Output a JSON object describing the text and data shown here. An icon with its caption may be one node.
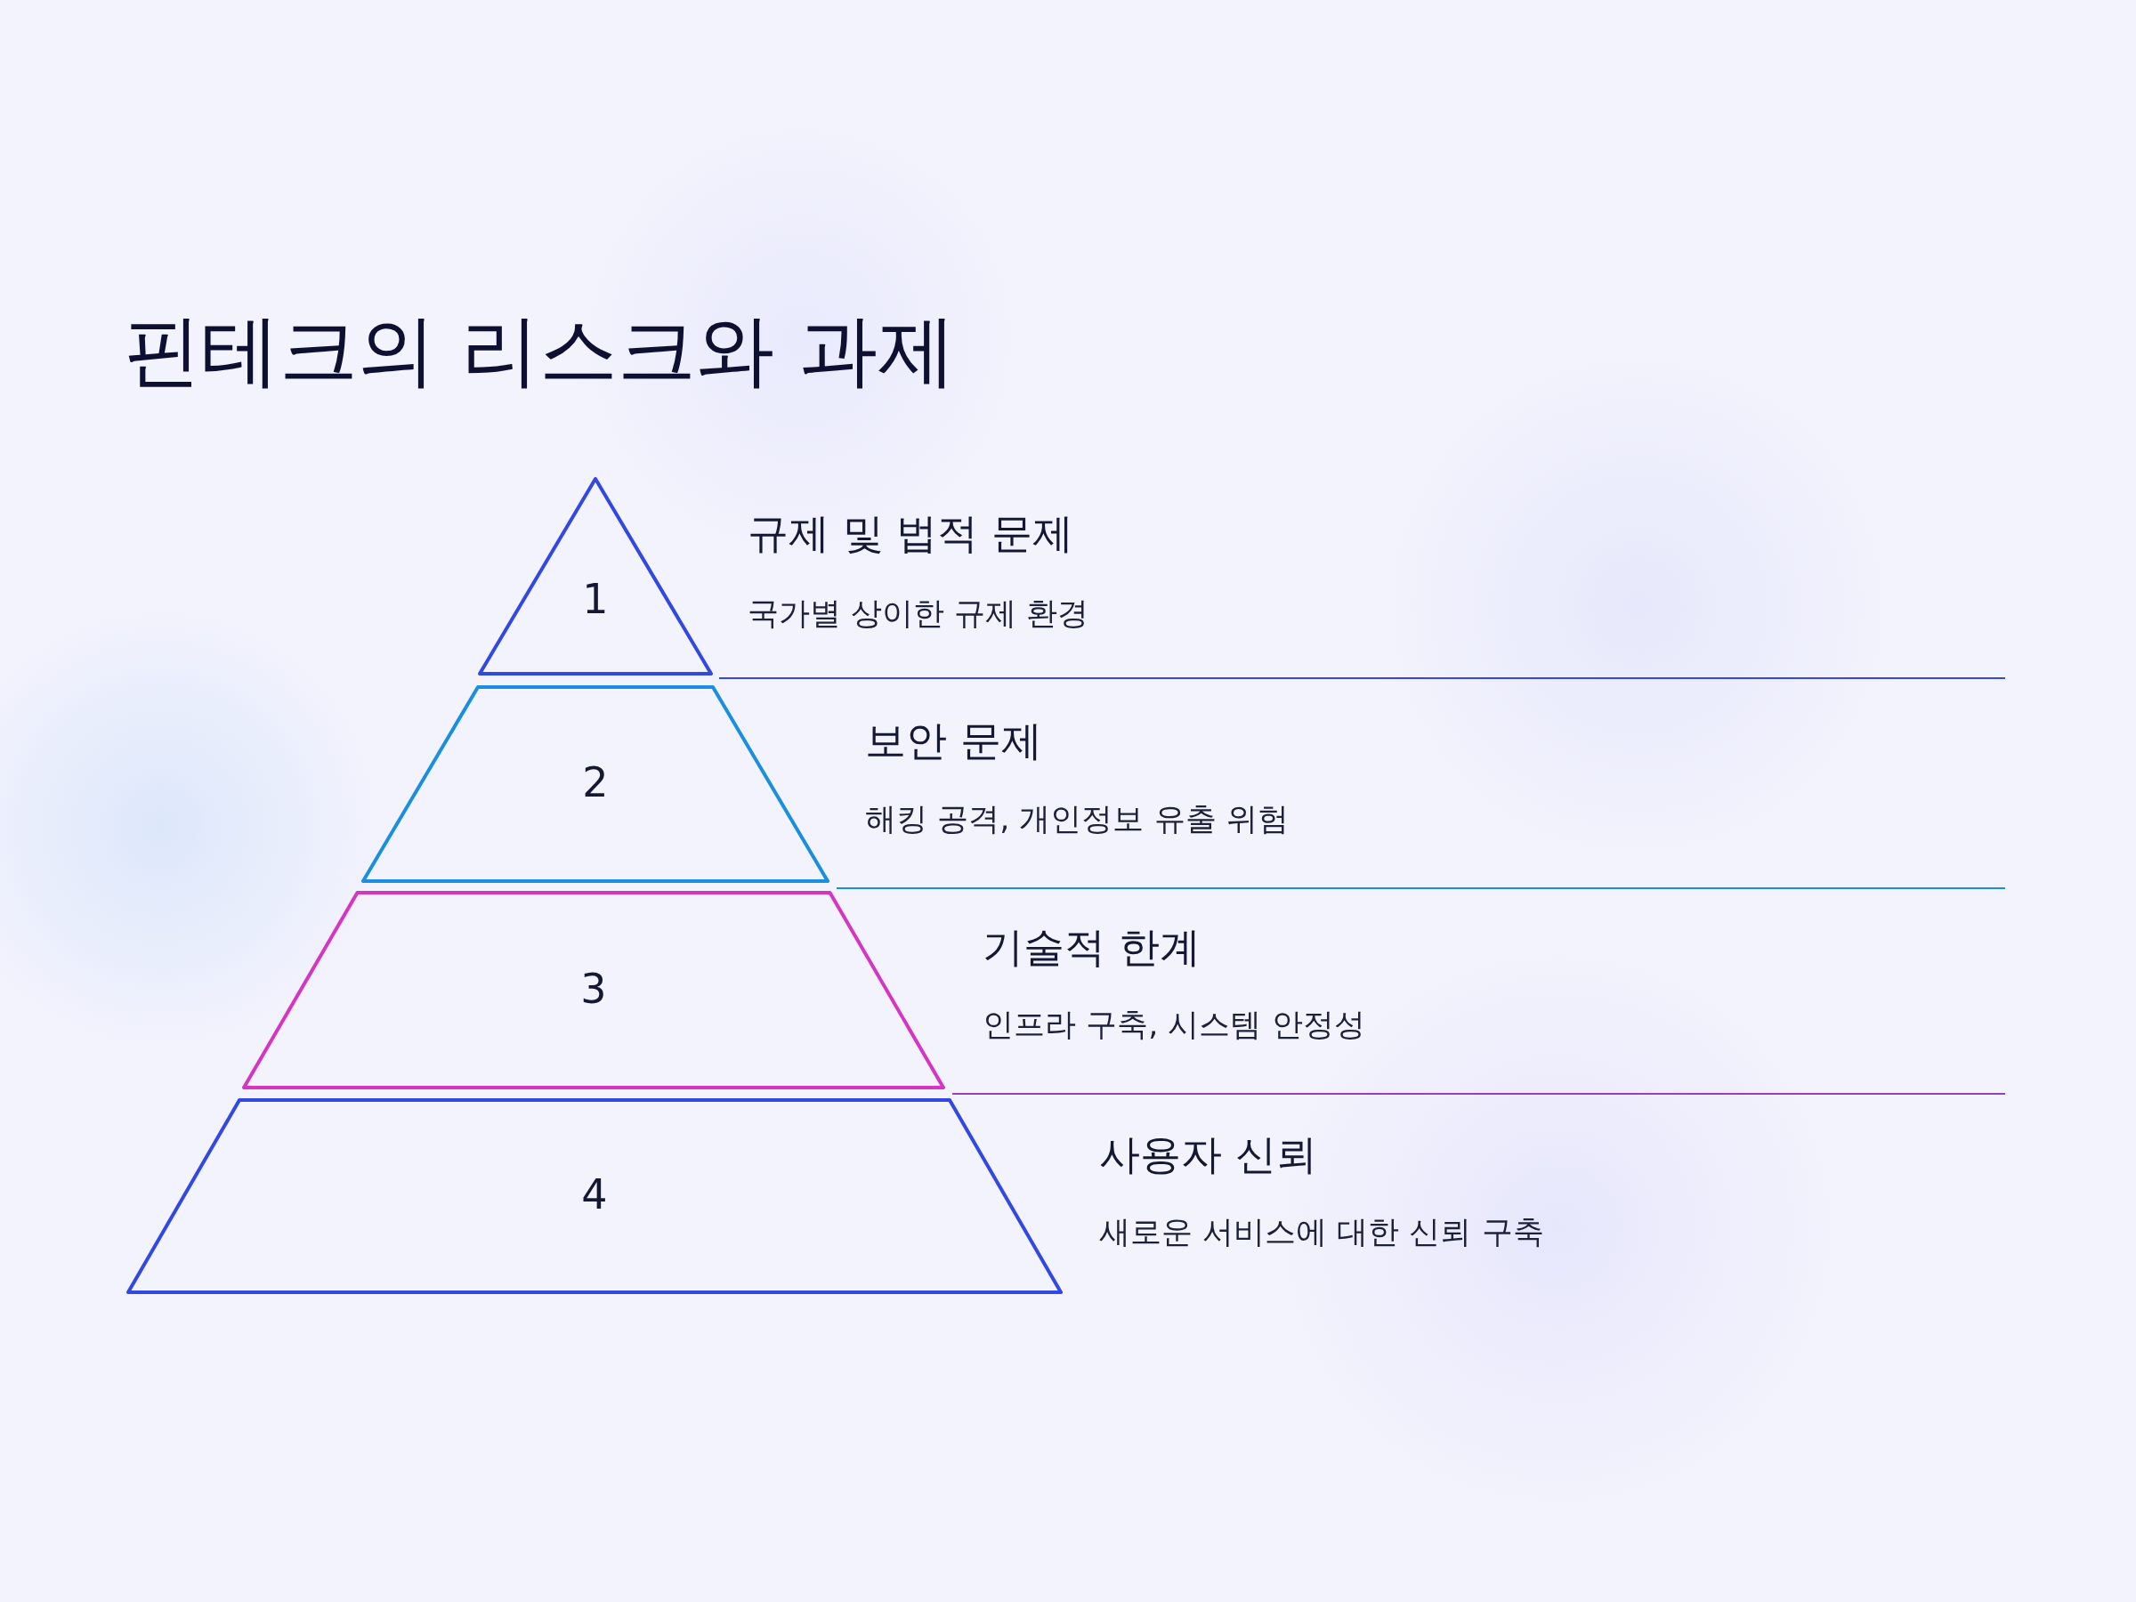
{
  "diagram": {
    "title": "핀테크의 리스크와 과제",
    "nodes": [
      {
        "text": [
          "1"
        ],
        "beside": [
          "규제 및 법적 문제",
          "국가별 상이한 규제 환경"
        ]
      },
      {
        "text": [
          "2"
        ],
        "beside": [
          "보안 문제",
          "해킹 공격, 개인정보 유출 위험"
        ]
      },
      {
        "text": [
          "3"
        ],
        "beside": [
          "기술적 한계",
          "인프라 구축, 시스템 안정성"
        ]
      },
      {
        "text": [
          "4"
        ],
        "beside": [
          "사용자 신뢰",
          "새로운 서비스에 대한 신뢰 구축"
        ]
      }
    ]
  }
}
